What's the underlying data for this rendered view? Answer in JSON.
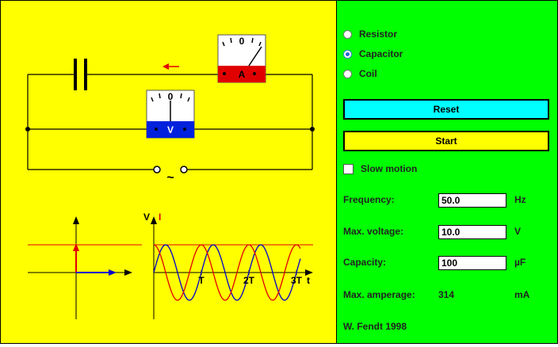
{
  "meters": {
    "ammeter": {
      "letter": "A",
      "zero": "0"
    },
    "voltmeter": {
      "letter": "V",
      "zero": "0"
    }
  },
  "source": {
    "symbol": "~"
  },
  "graph": {
    "axis_labels": {
      "voltage": "V",
      "current": "I",
      "time": "t"
    },
    "ticks": [
      "T",
      "2T",
      "3T"
    ]
  },
  "panel": {
    "radios": [
      {
        "label": "Resistor",
        "checked": false
      },
      {
        "label": "Capacitor",
        "checked": true
      },
      {
        "label": "Coil",
        "checked": false
      }
    ],
    "reset_label": "Reset",
    "start_label": "Start",
    "slow_motion_label": "Slow motion",
    "frequency": {
      "label": "Frequency:",
      "value": "50.0",
      "unit": "Hz"
    },
    "voltage": {
      "label": "Max. voltage:",
      "value": "10.0",
      "unit": "V"
    },
    "capacity": {
      "label": "Capacity:",
      "value": "100",
      "unit": "µF"
    },
    "amperage": {
      "label": "Max. amperage:",
      "value": "314",
      "unit": "mA"
    },
    "credit": "W. Fendt 1998"
  },
  "colors": {
    "voltage": "#0000cc",
    "current": "#cc0000",
    "canvas": "#ffff00",
    "panel": "#00ff00"
  }
}
